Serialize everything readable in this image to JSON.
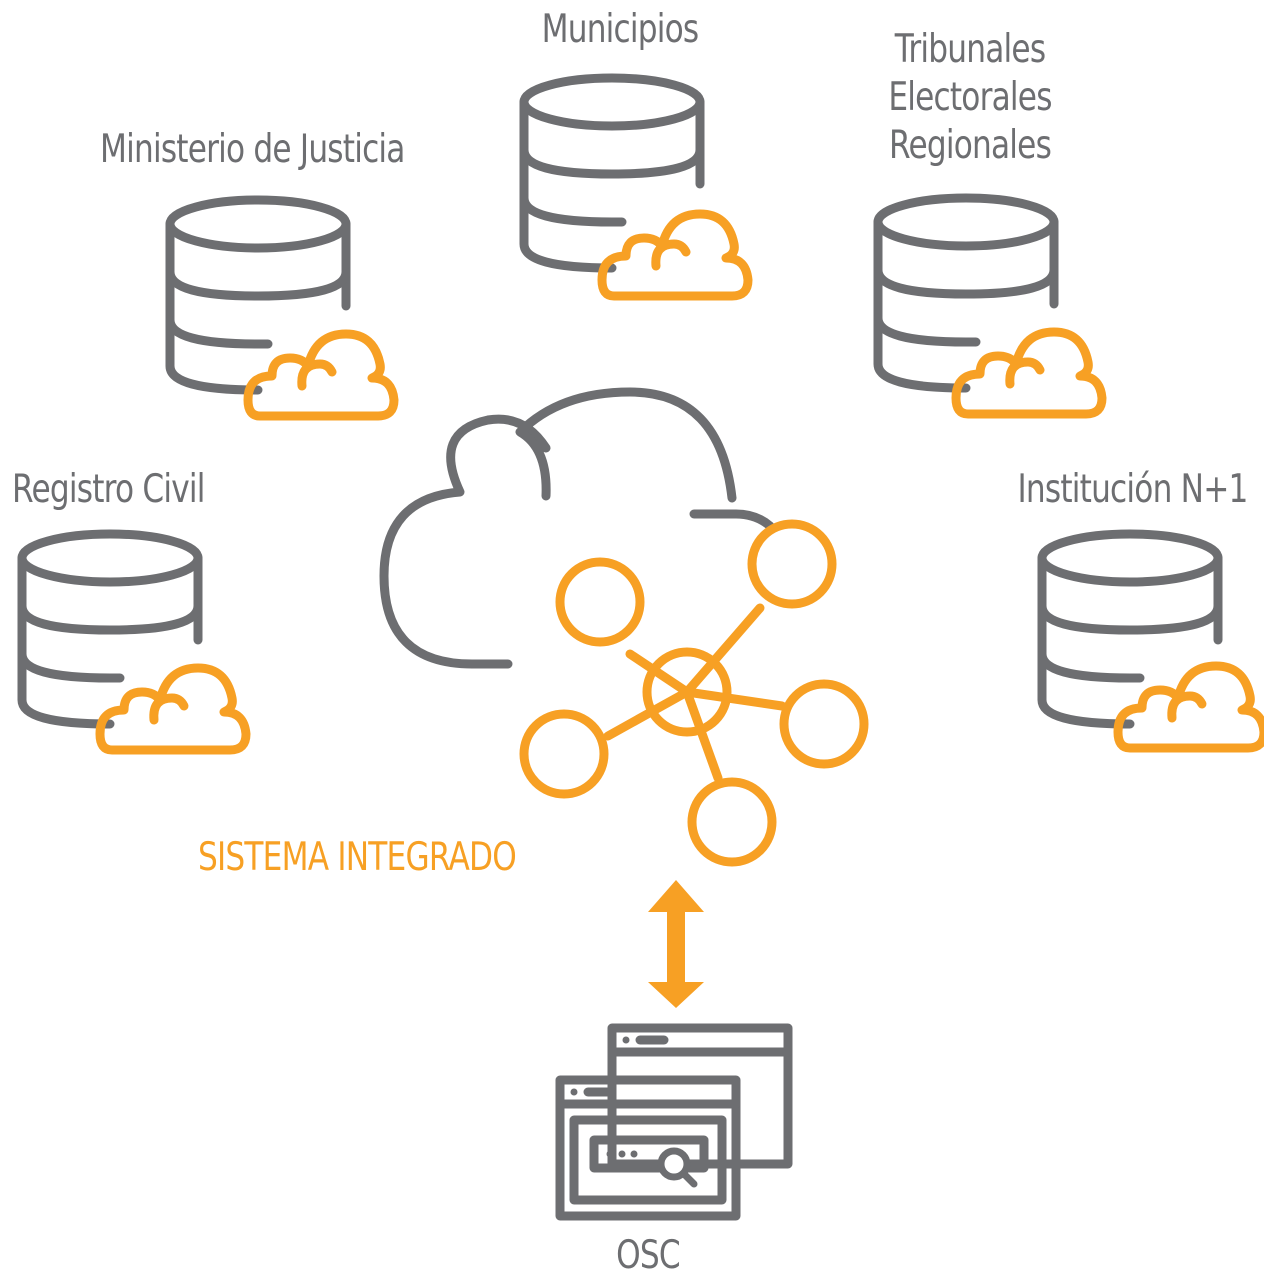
{
  "colors": {
    "gray": "#6d6e71",
    "orange": "#f7a024"
  },
  "institutions": {
    "municipios": "Municipios",
    "ministerio": "Ministerio de Justicia",
    "tribunales": [
      "Tribunales",
      "Electorales",
      "Regionales"
    ],
    "registro": "Registro Civil",
    "institucion_n1": "Institución N+1"
  },
  "center": {
    "label": "SISTEMA INTEGRADO"
  },
  "client": {
    "label": "OSC"
  },
  "icons": [
    "database-icon",
    "cloud-icon",
    "network-icon",
    "double-arrow-icon",
    "browser-windows-icon",
    "search-icon"
  ]
}
